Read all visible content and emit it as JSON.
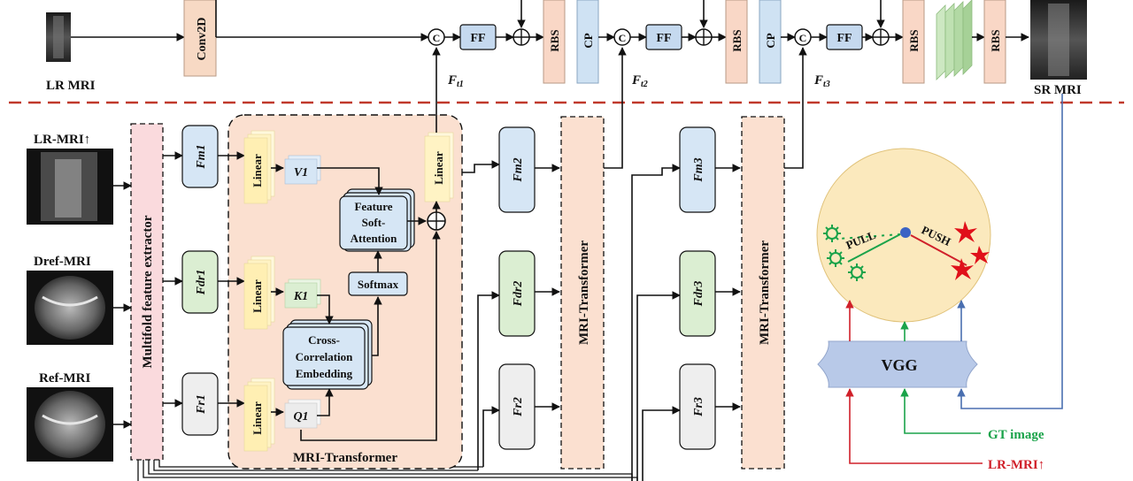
{
  "top": {
    "lr_mri_label": "LR MRI",
    "sr_mri_label": "SR MRI",
    "conv2d": "Conv2D",
    "concat_symbol": "C",
    "ff": "FF",
    "rbs": "RBS",
    "cp": "CP",
    "ft1": "F",
    "ft1_sub": "t1",
    "ft2": "F",
    "ft2_sub": "t2",
    "ft3": "F",
    "ft3_sub": "t3"
  },
  "inputs": {
    "lr_mri_up": "LR-MRI↑",
    "dref_mri": "Dref-MRI",
    "ref_mri": "Ref-MRI"
  },
  "extractor": "Multifold feature extractor",
  "features": {
    "fm1": "Fm1",
    "fdr1": "Fdr1",
    "fr1": "Fr1",
    "fm2": "Fm2",
    "fdr2": "Fdr2",
    "fr2": "Fr2",
    "fm3": "Fm3",
    "fdr3": "Fdr3",
    "fr3": "Fr3"
  },
  "transformer_block": {
    "linear": "Linear",
    "v1": "V1",
    "k1": "K1",
    "q1": "Q1",
    "feature_soft_attention": [
      "Feature",
      "Soft-",
      "Attention"
    ],
    "softmax": "Softmax",
    "cross_correlation": [
      "Cross-",
      "Correlation",
      "Embedding"
    ],
    "label": "MRI-Transformer"
  },
  "mri_transformer_2": "MRI-Transformer",
  "mri_transformer_3": "MRI-Transformer",
  "contrastive": {
    "pull": "PULL",
    "push": "PUSH",
    "vgg": "VGG",
    "gt_image": "GT image",
    "lr_mri_up": "LR-MRI↑"
  },
  "colors": {
    "conv_fill": "#f7d9c4",
    "rbs_fill": "#f9d7c6",
    "cp_fill": "#cfe2f3",
    "ff_fill": "#c5d9ef",
    "fm_fill": "#d6e6f5",
    "fdr_fill": "#dbeed2",
    "fr_fill": "#eeeeee",
    "extractor_fill": "#fadadd",
    "transformer_fill": "#fbe0d0",
    "linear_fill": "#fff3c4",
    "circle_fill": "#fbe9bd",
    "vgg_fill": "#b8c9e8",
    "divider": "#c0392b",
    "green_arrow": "#1aa34a",
    "red_arrow": "#d0202a",
    "blue_arrow": "#4a6fb0"
  }
}
